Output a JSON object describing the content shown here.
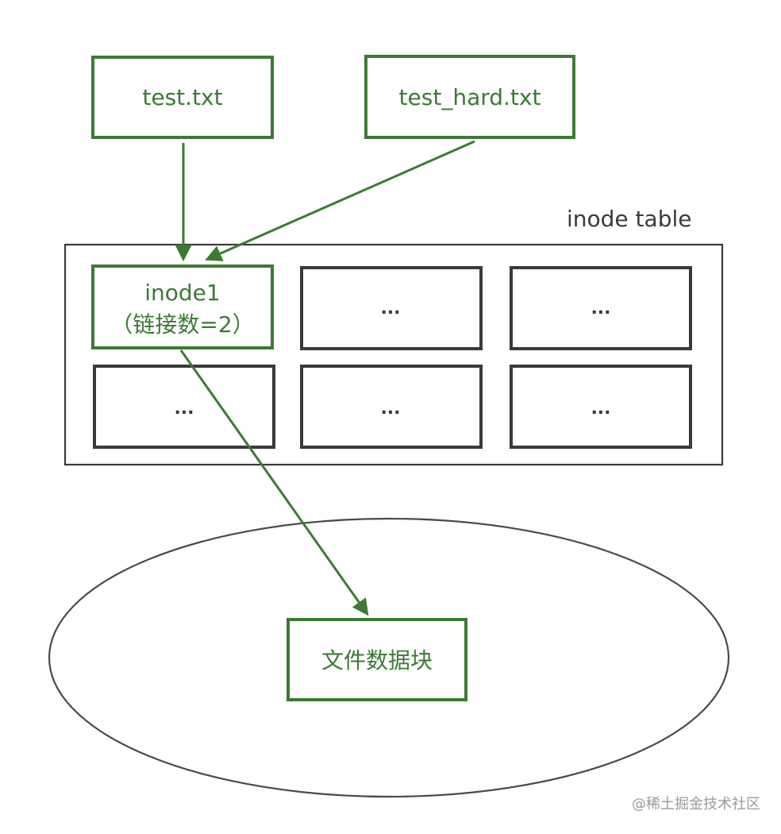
{
  "nodes": {
    "test_txt": "test.txt",
    "test_hard_txt": "test_hard.txt",
    "inode1_line1": "inode1",
    "inode1_line2": "（链接数=2）",
    "data_block": "文件数据块"
  },
  "table": {
    "label": "inode table",
    "cells": [
      "...",
      "...",
      "...",
      "...",
      "..."
    ]
  },
  "watermark": "@稀土掘金技术社区",
  "colors": {
    "accent_green": "#3c7a34",
    "dark_stroke": "#3a3a3a"
  }
}
